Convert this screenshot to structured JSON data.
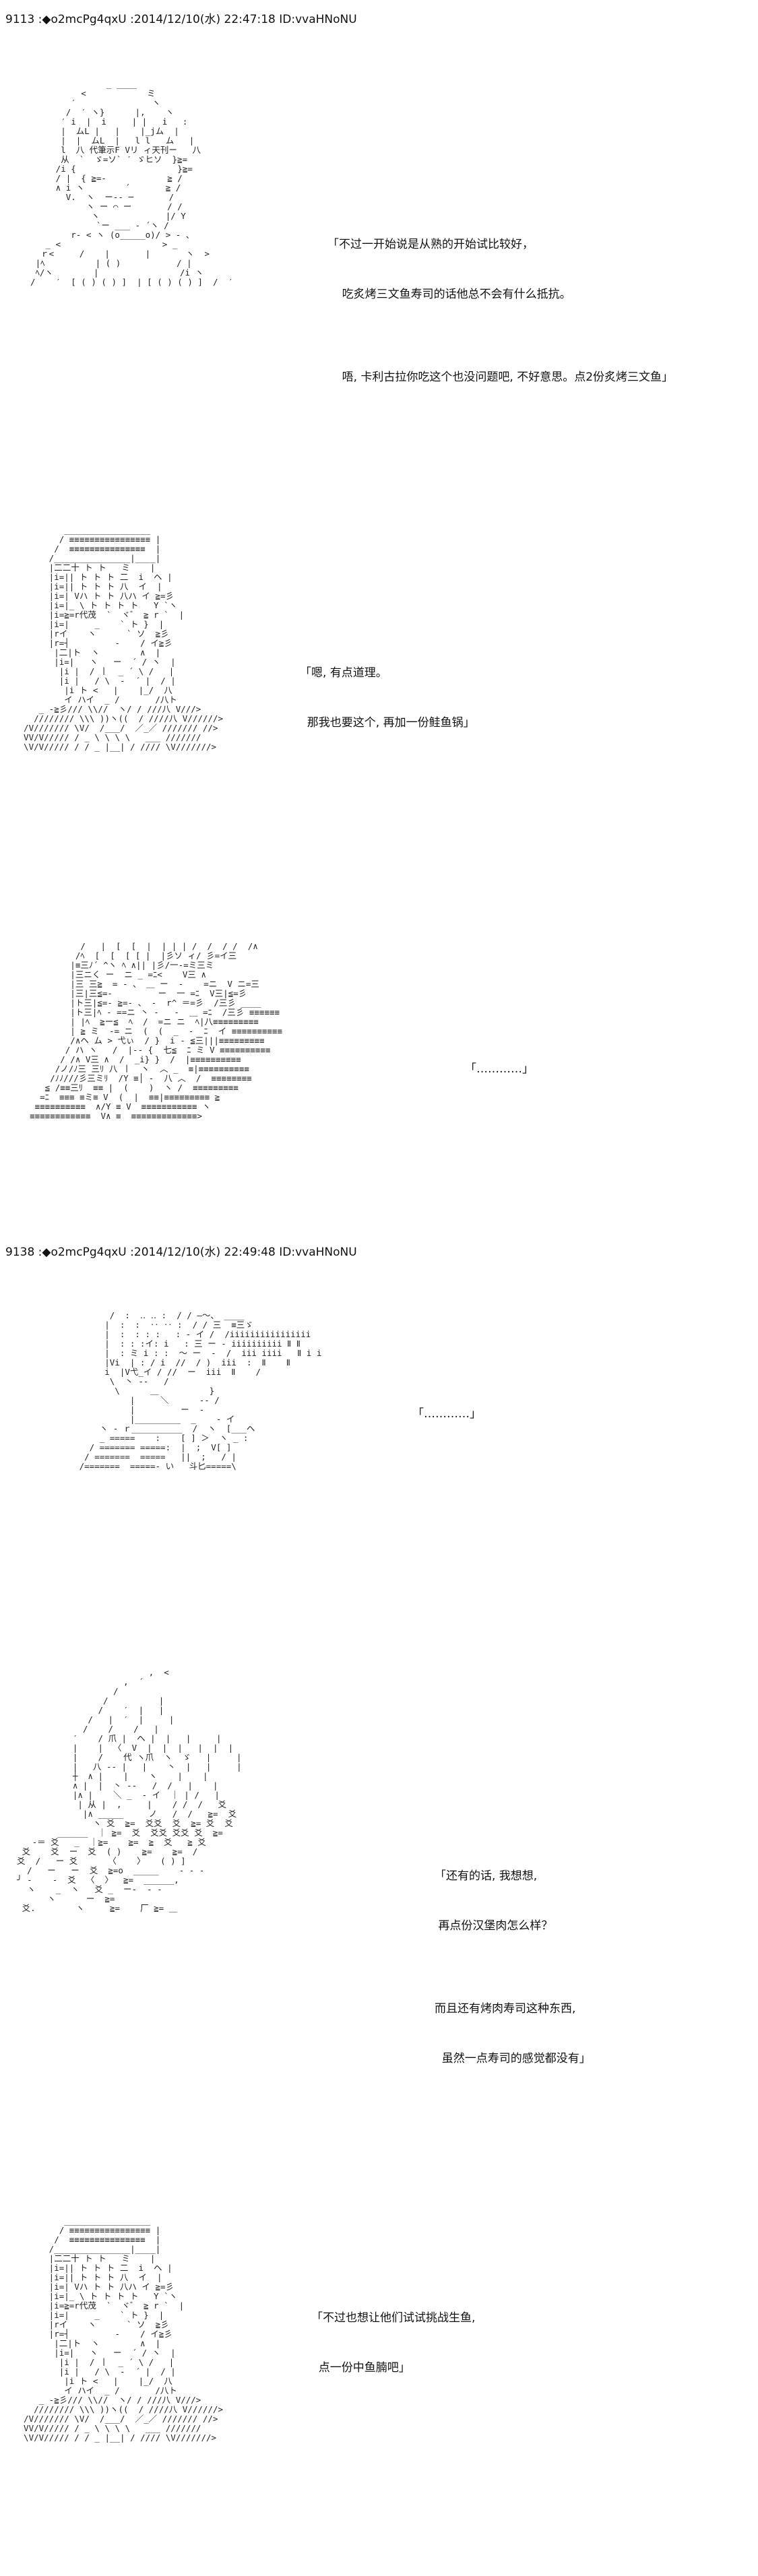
{
  "posts": [
    {
      "header": "9113 :◆o2mcPg4qxU :2014/12/10(水) 22:47:18 ID:vvaHNoNU",
      "panels": [
        {
          "speech": [
            "「不过一开始说是从熟的开始试比较好，",
            "    吃炙烤三文鱼寿司的话他总不会有什么抵抗。",
            "",
            "    唔, 卡利古拉你吃这个也没问题吧, 不好意思。点2份炙烤三文鱼」"
          ],
          "art": "                 _ ____\n            <            ミ\n          ′               ヽ\n         /  ′ ヽ}      |,    ヽ\n        ′ i  |  i     | |   i   :\n        |  ムL |   |    |_jム  |\n        |  |  ムL  |   l l   ム   |\n        l  八 代筆示F Vリ ィ天刊ー   八\n        从  `  ゞ=ソ` ′ ゞヒソ  }≧=\n       /i {                    }≧=\n       / |  { ≧=-            ≧ /\n       ∧ i ヽ        ´       ≧ /\n         V.  ヽ  ー‐‐ ─       /\n             ヽ ー ⌒ ー       / /\n              ヽ             |/ Y\n               `ー ___ ‐ ´ヽ /\n          r‐ < ヽ (o_____o)/ > ‐ 、\n     _ <                    > _\n    ｒ<     /    |       |       ヽ  >\n   |ﾍ          | ( )           / |\n   ﾍ/ヽ        |                /i ヽ\n  /    ′  [ ( ) ( ) ]  | [ ( ) ( ) ]  /  ′"
        },
        {
          "speech": [
            "「嗯, 有点道理。",
            "  那我也要这个, 再加一份鲑鱼锅」"
          ],
          "art": "          _________________\n         / ≡≡≡≡≡≡≡≡≡≡≡≡≡≡≡≡ |\n        /  ≡≡≡≡≡≡≡≡≡≡≡≡≡≡≡  |\n       /_______________|____|\n       |二二十 ト ト   ミ    |\n       |i=|| ト ト ト 二  i  ヘ |\n       |i=|| ト ト ト 八  イ  |\n       |i=| Vハ ト ト 八ハ イ ≧=彡\n       |i=|_ \\ ト ト ト ト   Y `ヽ\n       |i=≧=r代茂  `  ヾ゛ ≧ r `  |\n       |i=|     _    ` ト }  |\n       |rイ    ヽ      ` ソ  ≧彡\n       |r=┤         -    / イ≧彡\n        |二|ト  ヽ        ∧  |\n        |i=|   ヽ   ー  ´ / ヽ  |\n         |i |  / 丨  _ ´ \\ /   |\n         |i |   / \\  -  ´ |  / |\n          |i ト <   |    |_/  八\n          イ ハイ  _ /       /八ト\n     _ -≧彡/// \\\\//  ヽ/ / ///八 V///>\n    //////// \\\\\\ ))ヽ((  / ////八 V//////>\n  /V/////// \\V/  /___/  ／_／ /////// //>\n  VV/V///// / _ \\ \\ \\ \\   ___ ///////\n  \\V/V///// / / _ |__| / //// \\V///////>"
        },
        {
          "speech": [
            "「…………」"
          ],
          "art": "              /   |  [  [  |  | | | /  /  / /  /∧\n             /ﾍ  [  [  [ [ |  |彡ソ ィ/ 彡=イ三\n            |≡三ﾉ´ ^ヽ ﾍ ∧|| |彡/一‐=ミ三ミ\n            |三ニく ー  ニ _ =ﾆ<    V三 ∧\n            |三 三≧  = ‐ 、 ＿ ー  -    =ニ  V ニ=三\n            |三|三≦=-         ー  一 =ﾆ  V三|≦=彡\n            |ト三|≦=‐ ≧=- 、 -  r^ ＝=彡  /三彡 ____\n            |ト三|ﾍ ‐ ==ニ 丶 ‐   ‐  ＿ =ﾆ  /三彡 ≡≡≡≡≡≡\n            | |ﾍ  ≧ー≦  ﾍ  /  =ニ ニ  ﾍ|八≡≡≡≡≡≡≡≡≡\n            | ≧ ミ  ‐= ニ  (  (  _  -  ﾆ  イ ≡≡≡≡≡≡≡≡≡≡\n            /∧ヘ ム > 弋ぃ  / }  i ‐ ≦三|||≡≡≡≡≡≡≡≡≡\n           / ハ ヽ   /  |-- {  七≦  ﾆ ミ V ≡≡≡≡≡≡≡≡≡≡\n          / /∧ V三 ∧  /  _i} }  /  |≡≡≡≡≡≡≡≡≡≡\n         /ノ/ﾉ三 三ﾘ 八 丨  ヽ  ︿ _  ≡|≡≡≡≡≡≡≡≡≡≡\n        /ﾉﾉ///彡三ミﾘ  /Y ≡│ ‐  八 ︿  /  ≡≡≡≡≡≡≡≡\n       ≦ /≡≡三ﾘ  ≡≡ |  (    )  ヽ /  ≡≡≡≡≡≡≡≡≡\n      =ﾆ  ≡≡≡ ≡ミ≡ V  (  |  ≡≡|≡≡≡≡≡≡≡≡≡ ≧\n     ≡≡≡≡≡≡≡≡≡≡  ∧/Y ≡ V  ≡≡≡≡≡≡≡≡≡≡≡ ヽ\n    ≡≡≡≡≡≡≡≡≡≡≡≡  V∧ ≡  ≡≡≡≡≡≡≡≡≡≡≡≡≡>"
        }
      ]
    },
    {
      "header": "9138 :◆o2mcPg4qxU :2014/12/10(水) 22:49:48 ID:vvaHNoNU",
      "panels": [
        {
          "speech": [
            "「…………」"
          ],
          "art": "           /  :  ‥ ‥ :  / / ―〜、 ____\n          |  :  :  ‥ ‥ :  / / 三  ≡三ゞ\n          |  :  : : :   : ‐ イ /  /iiiiiiiiiiiiiiii\n          |  : : :イ: i   : 三 ー ‐ iiiiiiiiii Ⅱ Ⅱ\n          |  : ミ i : :  〜 ー  ‐  /  iii iiii   Ⅱ i i\n          |Vi  | : / i  //  / )  iii  :  Ⅱ    Ⅱ\n          i  |V弋_イ / //  ー  iii  Ⅱ    /\n           \\  丶 ‐‐   /  \n            \\      ＿          }\n               |     ＼      ‐‐ /\n               |         ー  ‐ \n               |_________  _    ‐ イ\n         ヽ ‐ ｒ__________  /  ヽ  [___ヘ  \n         _ =====    :    [ ] ＞  ヽ _ :\n       / ======= =====:  |  ;  V[ ]\n      / =======  =====   ||  ;   / |\n     /=======  =====‐ い   斗匕=====\\"
        },
        {
          "speech": [
            "「还有的话, 我想想,",
            " 再点份汉堡肉怎么样？",
            "",
            "而且还有烤肉寿司这种东西,",
            "  虽然一点寿司的感觉都没有」"
          ],
          "art": "                            ,  <\n                       ,  ´\n                     /\n                   /          |\n                  /    ′  |   |\n                /   |  ′  |     |\n               /    /    /   |\n             ′    / 爪 |  ヘ |  |   |     |\n             |    |  〈  V  |  |  |   |  |  |\n             |    /    代 ヽ爪  ヽ  ゞ   |     |\n             |   八 ‐‐ |   |    丶  |   |     |\n             ┼  ∧ |    |    ヽ    |    |\n             ∧ |  |  丶 ‐‐   /  /   |    |\n             |∧ |    ＼ _  ‐ イ  ｜ | /   |\n              | 从 |  ,     |    / /  /   爻\n               |∧ _____     ノ   /  /   ≧=  爻\n                 ヽ 爻  ≧=  爻爻  爻  ≧= 爻  爻\n          ______  ｜ ≧=  爻  爻爻 爻爻 爻  ≧=\n     ‐＝ 爻   _  ｜≧=    ≧=  ≧  爻   ≧ 爻\n   爻    爻  ー  爻  ( )    ≧=    ≧=  /   \n  爻  /   ー 爻      〈    〉   ( ) ]      \n    /   ー   ー  爻  ≧=o  _____    ‐ ‐ ‐\n  ╯ ‐    ‐  爻  〈  〉  ≧=  ______,  \n    ヽ    _  ヽ   爻 _  ー‐  ‐ ‐\n        ヽ      ー  ≧=\n   爻.        ヽ     ≧=    厂 ≧= ＿"
        },
        {
          "speech": [
            "「不过也想让他们试试挑战生鱼,",
            "  点一份中鱼腩吧」"
          ],
          "art": "          _________________\n         / ≡≡≡≡≡≡≡≡≡≡≡≡≡≡≡≡ |\n        /  ≡≡≡≡≡≡≡≡≡≡≡≡≡≡≡  |\n       /_______________|____|\n       |二二十 ト ト   ミ    |\n       |i=|| ト ト ト 二  i  ヘ |\n       |i=|| ト ト ト 八  イ  |\n       |i=| Vハ ト ト 八ハ イ ≧=彡\n       |i=|_ \\ ト ト ト ト   Y `ヽ\n       |i=≧=r代茂  `  ヾ゛ ≧ r `  |\n       |i=|     _    ` ト }  |\n       |rイ    ヽ      ` ソ  ≧彡\n       |r=┤         -    / イ≧彡\n        |二|ト  ヽ        ∧  |\n        |i=|   ヽ   ー  ´ / ヽ  |\n         |i |  / 丨  _ ´ \\ /   |\n         |i |   / \\  -  ´ |  / |\n          |i ト <   |    |_/  八\n          イ ハイ  _ /       /八ト\n     _ -≧彡/// \\\\//  ヽ/ / ///八 V///>\n    //////// \\\\\\ ))ヽ((  / ////八 V//////>\n  /V/////// \\V/  /___/  ／_／ /////// //>\n  VV/V///// / _ \\ \\ \\ \\   ___ ///////\n  \\V/V///// / / _ |__| / //// \\V///////>"
        }
      ]
    }
  ]
}
